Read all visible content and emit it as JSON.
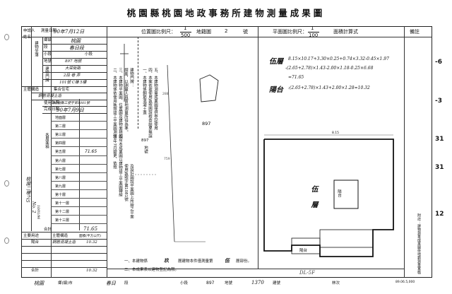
{
  "title": "桃園縣桃園地政事務所建物測量成果圖",
  "header": {
    "location_scale_label": "位置圖比例尺：",
    "location_scale_num": "1",
    "location_scale_den": "500",
    "lot_label": "地籍圖",
    "lot_no": "2",
    "lot_suffix": "號",
    "plan_scale_label": "平面圖比例尺：",
    "plan_scale_num": "1",
    "plan_scale_den": "100",
    "area_calc_label": "面積計算式",
    "remarks_label": "備註"
  },
  "left_table": {
    "applicant_label": "申請人",
    "applicant_sub": "姓名",
    "survey_date_label": "測量日期",
    "survey_date": "90年7月12日",
    "location_label": "建物坐落",
    "rows_left": [
      "鄉鎮",
      "段",
      "小段",
      "地號",
      "建物門牌"
    ],
    "township": "桃園",
    "section": "春日段",
    "subsection": "小段",
    "lot_number": "897 地號",
    "door_road": "大栄街路",
    "door_lane": "2段 巷 弄",
    "door_no": "101號 C棟 5樓",
    "main_use_label": "主體構造",
    "main_structure": "鋼筋混凝土造",
    "usage_label": "主要用途",
    "usage": "集合住宅",
    "permit_label": "使用執照",
    "permit": "90桃縣工使字第1081號",
    "completed_label": "完成日期",
    "completed": "90年7月9日",
    "floors": [
      "地面層",
      "第二層",
      "第三層",
      "第四層",
      "第五層",
      "第六層",
      "第七層",
      "第八層",
      "第九層",
      "第十層",
      "第十一層",
      "第十二層",
      "第十三層"
    ],
    "floor5_area": "71.65",
    "total_label": "合計",
    "total_area": "71.65",
    "accessory_label": "附屬建物",
    "accessory_cols": [
      "主要用途",
      "主體構造",
      "面積(平方公尺)"
    ],
    "balcony_label": "陽台",
    "balcony_structure": "鋼筋混凝土造",
    "balcony_area": "10.32",
    "sum_label": "合計",
    "sum_area": "10.32",
    "side_stamp": "桃園二樓之5",
    "side_stamp_no": "No. 2",
    "side_stamp_num": "10/01/96"
  },
  "notes": {
    "left_col": [
      "二、本建物係依使用執照竣工平面圖測繪",
      "三、本建物平面圖、位置圖及建物面積如有",
      "誤差，以測量人員實地測量所得為準。",
      "建物門牌：",
      "89年7月變更、依照",
      "四、本成果圖以建物竣工平面圖轉繪",
      "使用執照字第1081號",
      "及設計圖說平面圖上所繪之平面"
    ],
    "mid_col": [
      "一、本建物係鋼筋混凝土造",
      "四、本案依據使用執照圖說檢查結果無誤",
      "五、本建物測量成果圖僅供登記使用",
      "897",
      "地號"
    ]
  },
  "location_plan": {
    "lot_num": "897",
    "label_a": "288",
    "label_b": "759",
    "north": "N"
  },
  "area_calc": {
    "five_label": "伍層",
    "line1": "8.15×10.17+3.30×0.25+0.74×3.32-0.45×1.97",
    "line2": "-(2.65+2.78)×1.43-2.00×1.18-0.25×6.68",
    "line3": "=71.65",
    "balcony_label": "陽台",
    "balcony_calc": ":(2.65+2.78)×1.43+2.00×1.28=10.32"
  },
  "floor_plan": {
    "room_label": "伍層",
    "balcony_label_1": "陽台",
    "balcony_label_2": "陽台",
    "dim_top": "8.15",
    "stamp": "DL-5F"
  },
  "bottom": {
    "note1_prefix": "一、本建物係",
    "note1_floors": "玖",
    "note1_mid": "層建物本件僅測量第",
    "note1_floor": "伍",
    "note1_suffix": "層部份。",
    "note2": "二、本成果表以建物登記為限。",
    "township": "桃園",
    "township_suffix": "鄉(鎮)市",
    "section": "春日",
    "section_suffix": "段",
    "subsection_suffix": "小段",
    "lot": "897",
    "lot_suffix": "地號",
    "building_no": "1370",
    "building_suffix": "建號",
    "sign_label": "林次",
    "code": "89.06.5,000"
  },
  "remarks": {
    "vertical_note": "附註：建物測量成果圖依地籍測量實施規則第二百八十二條規定辦理"
  },
  "edge_numbers": [
    "-6",
    "-3",
    "31",
    "31",
    "12"
  ]
}
